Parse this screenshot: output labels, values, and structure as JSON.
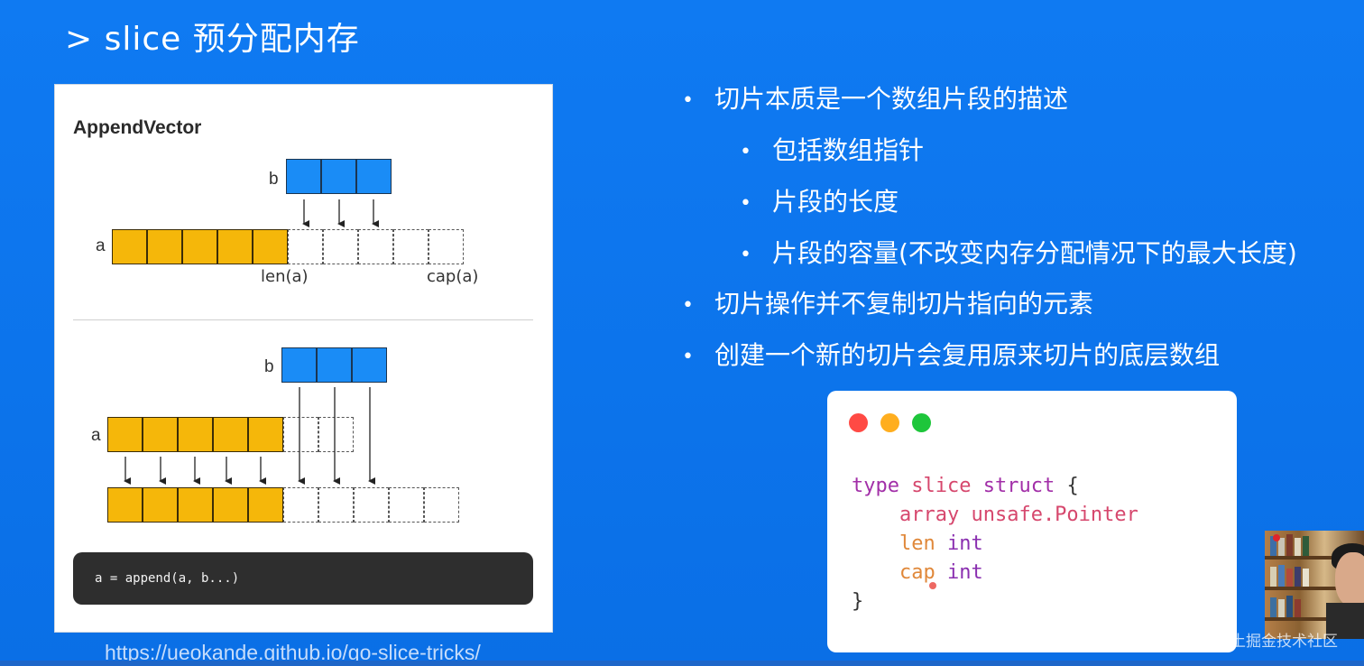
{
  "slide": {
    "title": "> slice 预分配内存",
    "url": "https://ueokande.github.io/go-slice-tricks/",
    "watermark": "@稀土掘金技术社区",
    "background_color": "#0f7af2"
  },
  "diagram": {
    "title": "AppendVector",
    "top": {
      "b_label": "b",
      "a_label": "a",
      "b_cells": 3,
      "a_filled_cells": 5,
      "a_empty_cells": 5,
      "len_label": "len(a)",
      "cap_label": "cap(a)"
    },
    "bottom": {
      "b_label": "b",
      "a_label": "a",
      "b_cells": 3,
      "a_filled_cells": 5,
      "a_empty_cells": 2,
      "result_filled_cells": 5,
      "result_empty_cells": 5
    },
    "code": "a = append(a, b...)",
    "colors": {
      "blue": "#1a8cf6",
      "yellow": "#f5b70a"
    }
  },
  "bullets": [
    {
      "level": 1,
      "text": "切片本质是一个数组片段的描述"
    },
    {
      "level": 2,
      "text": "包括数组指针"
    },
    {
      "level": 2,
      "text": "片段的长度"
    },
    {
      "level": 2,
      "text": "片段的容量(不改变内存分配情况下的最大长度)"
    },
    {
      "level": 1,
      "text": "切片操作并不复制切片指向的元素"
    },
    {
      "level": 1,
      "text": "创建一个新的切片会复用原来切片的底层数组"
    }
  ],
  "code_window": {
    "traffic_colors": [
      "#ff4a44",
      "#ffae1f",
      "#1ec63b"
    ],
    "lines": {
      "l1_kw1": "type",
      "l1_id": "slice",
      "l1_kw2": "struct",
      "l1_brace": "{",
      "l2_field": "array",
      "l2_type": "unsafe.Pointer",
      "l3_field": "len",
      "l3_type": "int",
      "l4_field": "cap",
      "l4_type": "int",
      "l5_brace": "}"
    }
  }
}
